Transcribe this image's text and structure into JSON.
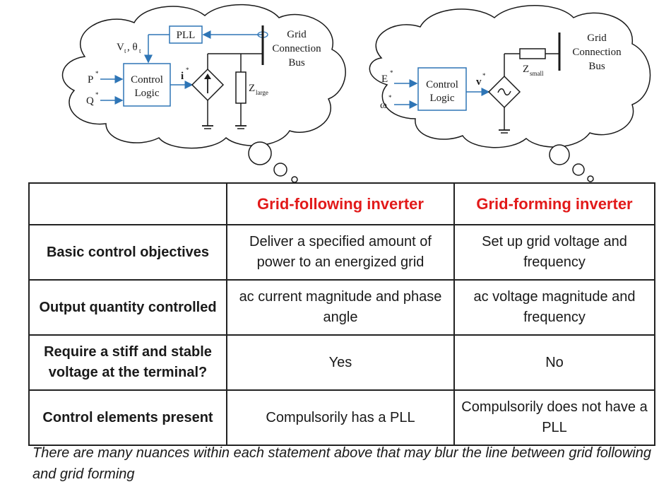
{
  "diagram": {
    "following": {
      "pll": "PLL",
      "vt": "V",
      "vt_sub": "t",
      "theta": ", θ",
      "theta_sub": "t",
      "p": "P",
      "q": "Q",
      "star": "*",
      "logic_line1": "Control",
      "logic_line2": "Logic",
      "ref": "i",
      "z": "Z",
      "z_sub": "large",
      "bus_line1": "Grid",
      "bus_line2": "Connection",
      "bus_line3": "Bus"
    },
    "forming": {
      "e": "E",
      "w": "ω",
      "star": "*",
      "logic_line1": "Control",
      "logic_line2": "Logic",
      "ref": "v",
      "z": "Z",
      "z_sub": "small",
      "bus_line1": "Grid",
      "bus_line2": "Connection",
      "bus_line3": "Bus"
    },
    "colors": {
      "signal": "#2e75b6",
      "line": "#1a1a1a",
      "header": "#e21a1a"
    }
  },
  "table": {
    "headers": [
      "",
      "Grid-following inverter",
      "Grid-forming inverter"
    ],
    "rows": [
      [
        "Basic control objectives",
        "Deliver a specified amount of power to an energized grid",
        "Set up grid voltage and frequency"
      ],
      [
        "Output quantity controlled",
        "ac current magnitude and phase angle",
        "ac voltage magnitude and frequency"
      ],
      [
        "Require a stiff and stable voltage at the terminal?",
        "Yes",
        "No"
      ],
      [
        "Control elements present",
        "Compulsorily has a PLL",
        "Compulsorily does not have a PLL"
      ]
    ]
  },
  "caption": "There are many nuances within each statement above that may blur the line between grid following and grid forming"
}
